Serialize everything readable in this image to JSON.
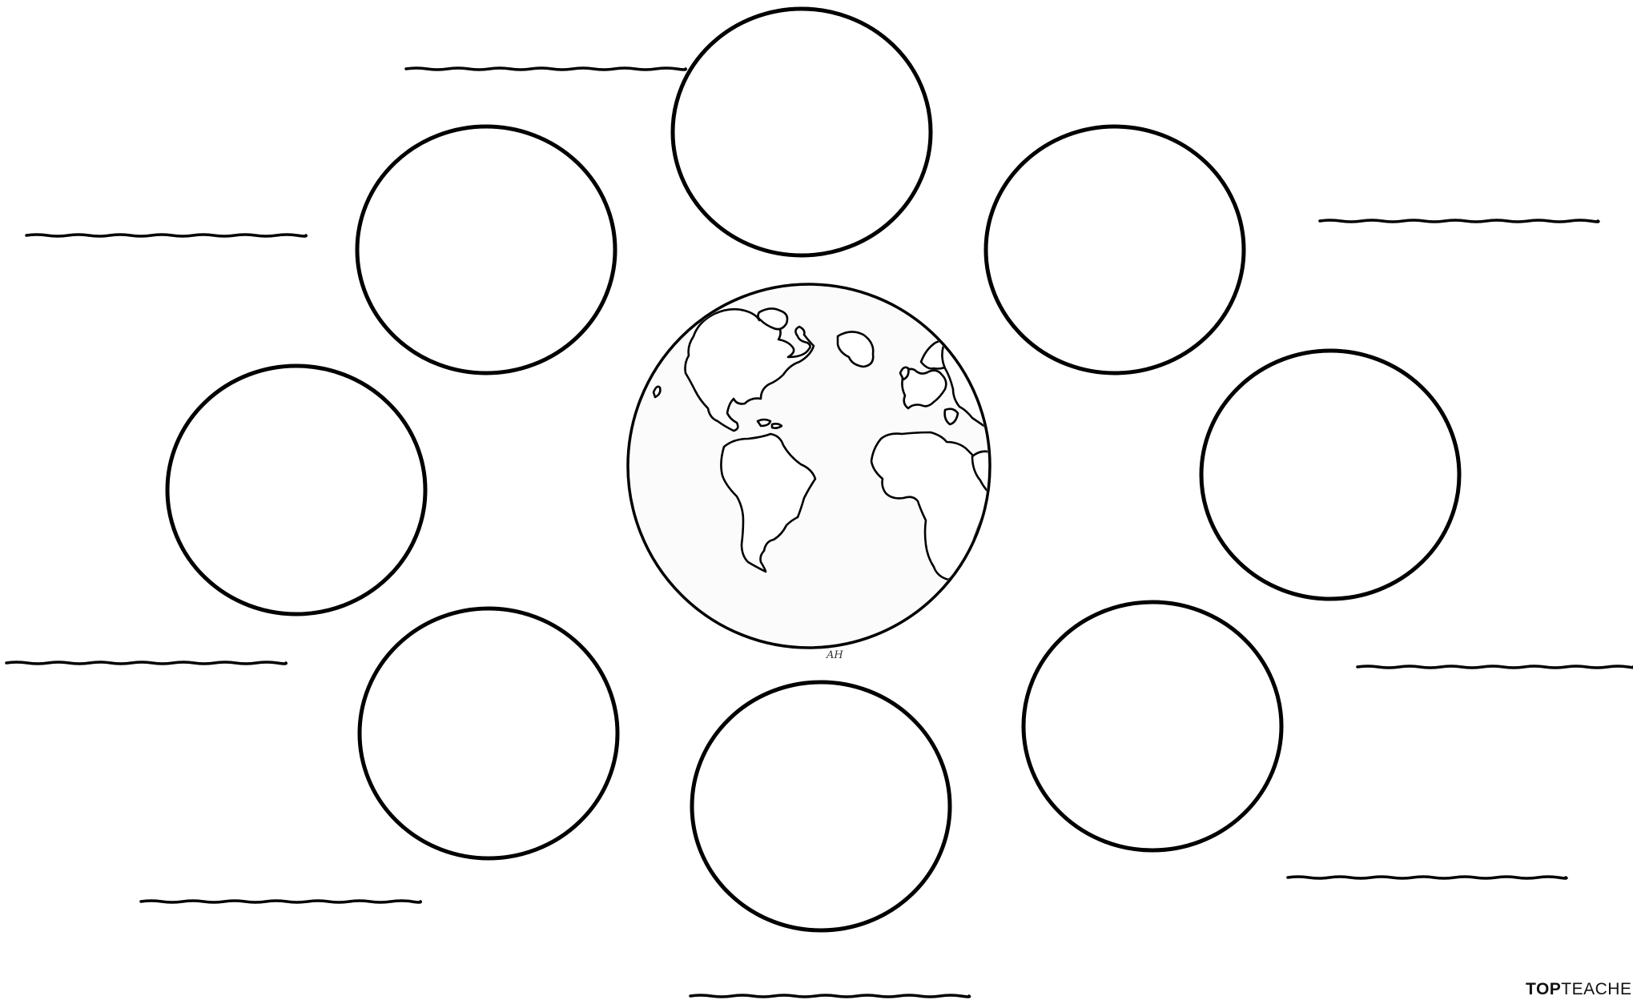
{
  "worksheet": {
    "center_body": "earth-globe",
    "artist_initials": "AH",
    "phase_circle_count": 8,
    "answer_line_count": 8
  },
  "brand": {
    "logo_icon": "apple-icon",
    "name_bold": "TOP",
    "name_light": "TEACHER"
  },
  "colors": {
    "stroke": "#000000",
    "background": "#ffffff",
    "globe_fill": "#fbfbfb"
  }
}
